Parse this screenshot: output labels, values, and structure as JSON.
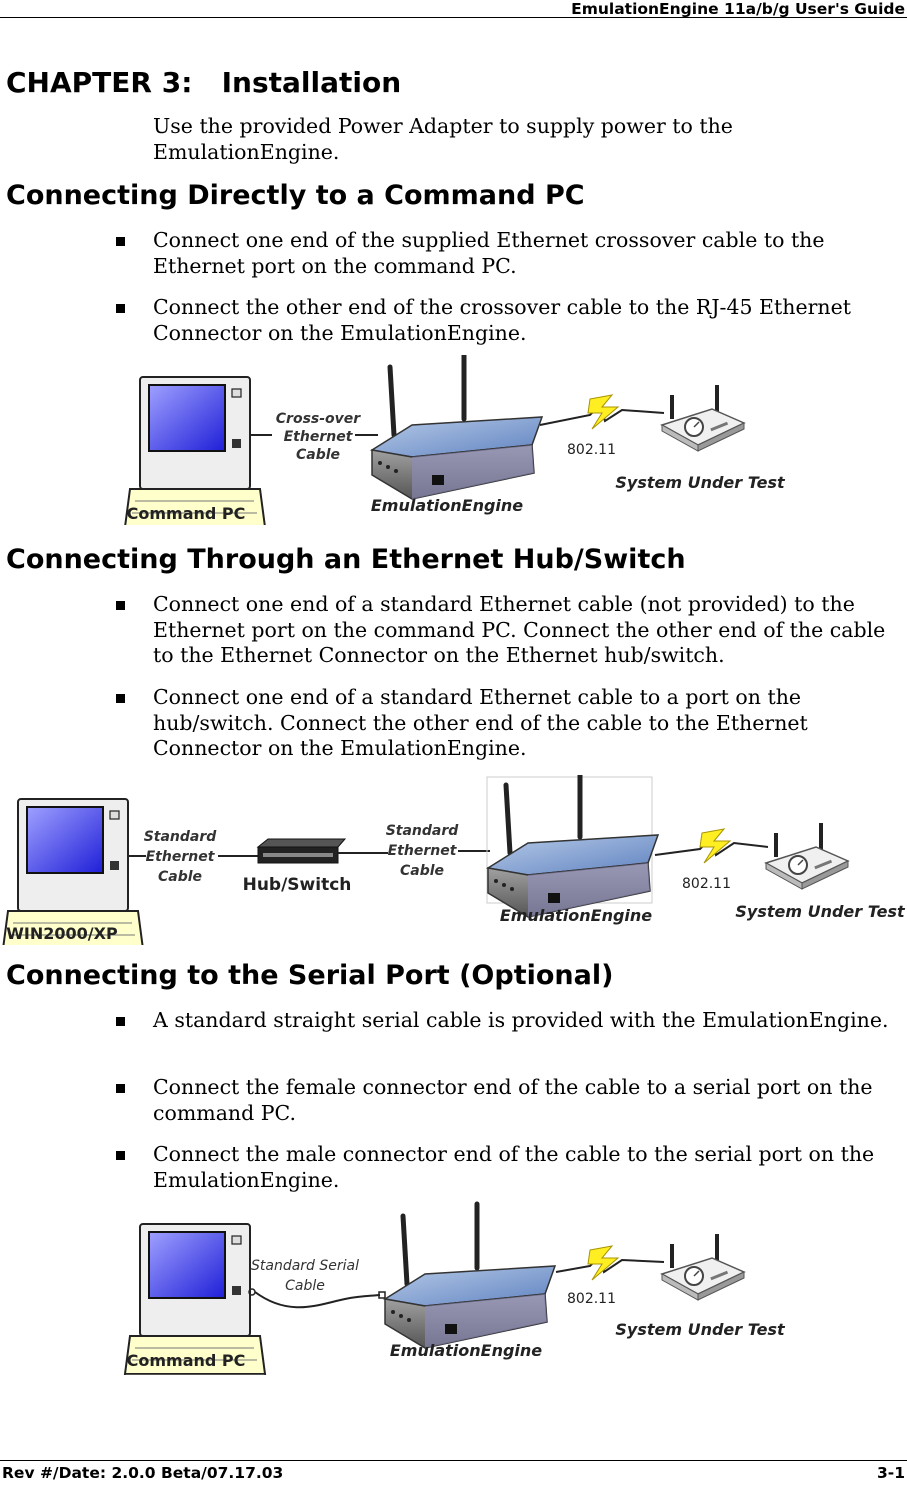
{
  "header": {
    "title": "EmulationEngine 11a/b/g User's Guide"
  },
  "footer": {
    "revision": "Rev #/Date: 2.0.0 Beta/07.17.03",
    "page_number": "3-1"
  },
  "chapter": {
    "title": "CHAPTER 3:   Installation",
    "intro": "Use the provided Power Adapter to supply power to the EmulationEngine."
  },
  "sections": [
    {
      "heading": "Connecting Directly to a Command PC",
      "bullets": [
        "Connect one end of the supplied Ethernet crossover cable to the Ethernet port on the command PC.",
        "Connect the other end of the crossover cable to the RJ-45 Ethernet Connector on the EmulationEngine."
      ]
    },
    {
      "heading": "Connecting Through an Ethernet Hub/Switch",
      "bullets": [
        "Connect one end of a standard Ethernet cable (not provided) to the Ethernet port on the command PC. Connect the other end of the cable to the Ethernet Connector on the Ethernet hub/switch.",
        "Connect one end of a standard Ethernet cable to a port on the hub/switch. Connect the other end of the cable to the Ethernet Connector on the EmulationEngine."
      ]
    },
    {
      "heading": "Connecting to the Serial Port (Optional)",
      "bullets": [
        "A standard straight serial cable is provided with the EmulationEngine.",
        "Connect the female connector end of the cable to a serial port on the command PC.",
        "Connect the male connector end of the cable to the serial port on the EmulationEngine."
      ]
    }
  ],
  "figures": {
    "direct": {
      "pc_label": "Command PC",
      "cable_label_lines": [
        "Cross-over",
        "Ethernet",
        "Cable"
      ],
      "device_label": "EmulationEngine",
      "wireless_label": "802.11",
      "sut_label": "System Under Test"
    },
    "hub": {
      "pc_label": "WIN2000/XP",
      "cable1_label_lines": [
        "Standard",
        "Ethernet",
        "Cable"
      ],
      "hub_label": "Hub/Switch",
      "cable2_label_lines": [
        "Standard",
        "Ethernet",
        "Cable"
      ],
      "device_label": "EmulationEngine",
      "wireless_label": "802.11",
      "sut_label": "System Under Test"
    },
    "serial": {
      "pc_label": "Command PC",
      "cable_label_lines": [
        "Standard Serial",
        "Cable"
      ],
      "device_label": "EmulationEngine",
      "wireless_label": "802.11",
      "sut_label": "System Under Test"
    }
  },
  "colors": {
    "screen_blue": "#3b3bf0",
    "laptop_cream": "#ffffcc",
    "router_blue": "#7c9bd0",
    "bolt_yellow": "#ffee22"
  }
}
